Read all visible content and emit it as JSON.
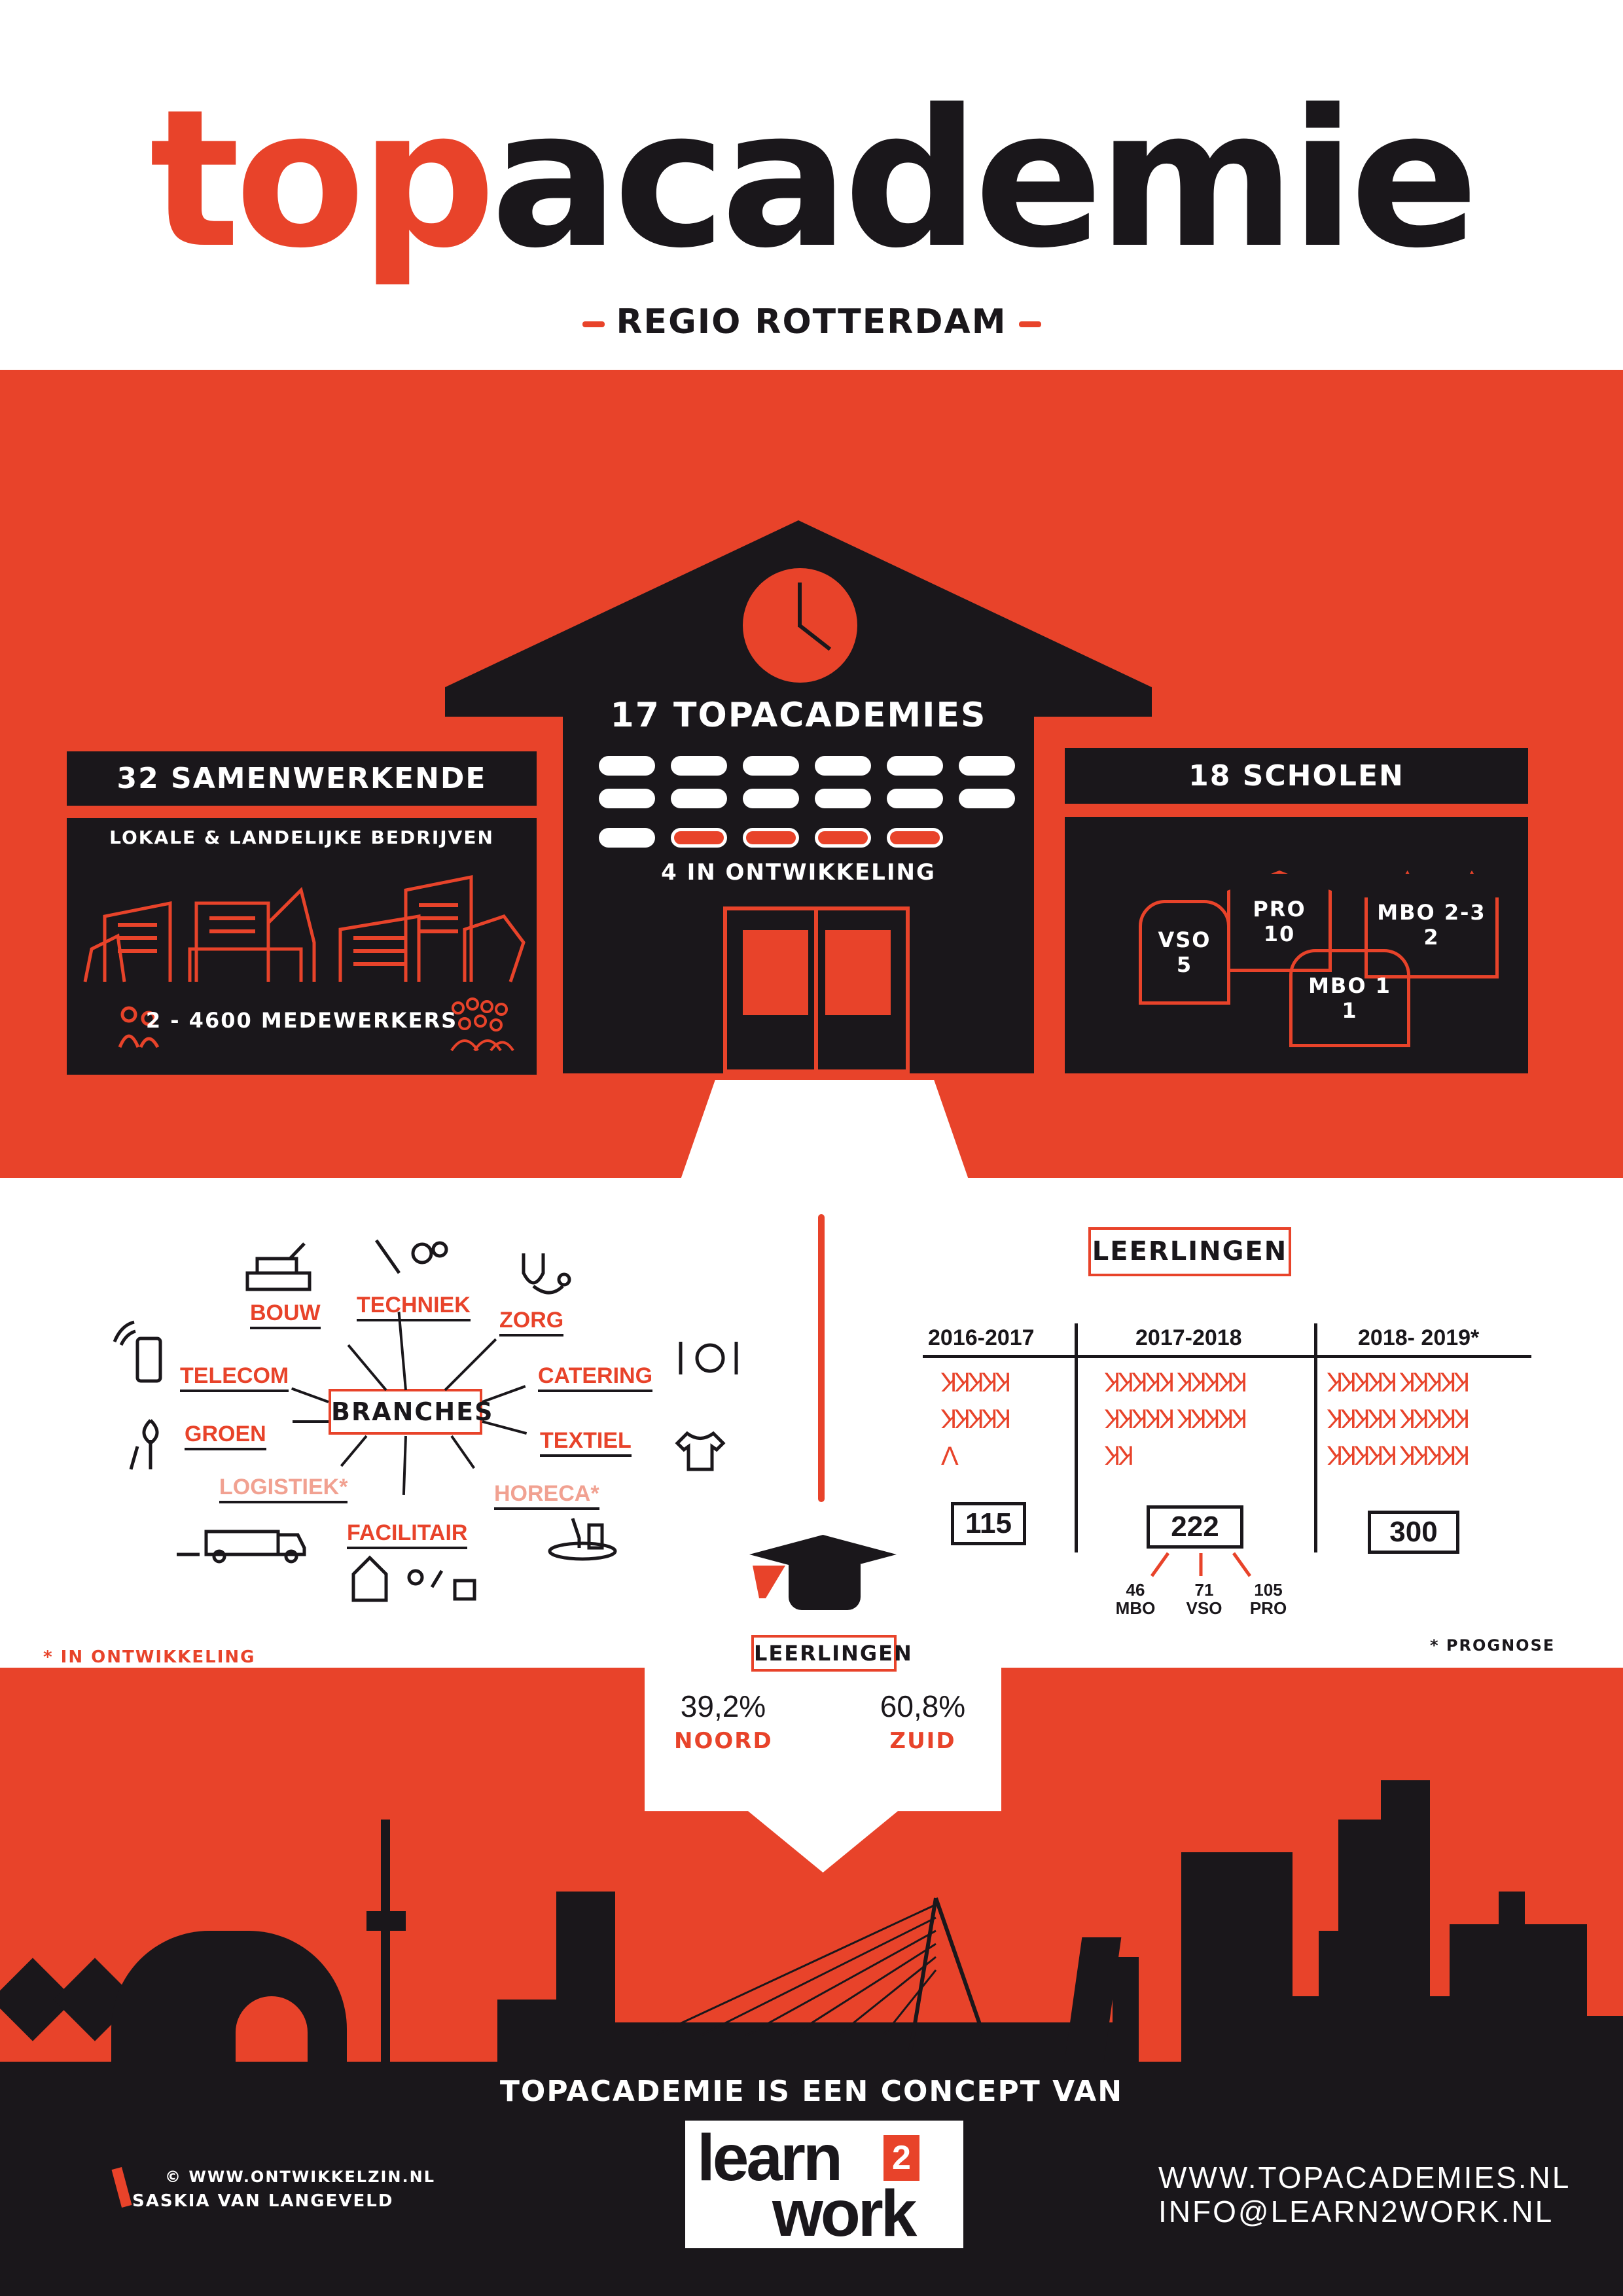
{
  "header": {
    "title_part1": "top",
    "title_part2": "academie",
    "subtitle": "REGIO ROTTERDAM"
  },
  "building": {
    "topacademies": "17 TOPACADEMIES",
    "in_development": "4 IN ONTWIKKELING"
  },
  "companies": {
    "title": "32 SAMENWERKENDE BEDRIJVEN",
    "subtitle": "LOKALE & LANDELIJKE BEDRIJVEN",
    "employees": "2 - 4600 MEDEWERKERS"
  },
  "schools": {
    "title": "18 SCHOLEN",
    "items": [
      {
        "name": "VSO",
        "count": "5"
      },
      {
        "name": "PRO",
        "count": "10"
      },
      {
        "name": "MBO 2-3",
        "count": "2"
      },
      {
        "name": "MBO 1",
        "count": "1"
      }
    ]
  },
  "branches": {
    "center": "BRANCHES",
    "items": [
      "BOUW",
      "TECHNIEK",
      "ZORG",
      "TELECOM",
      "CATERING",
      "GROEN",
      "TEXTIEL",
      "LOGISTIEK*",
      "HORECA*",
      "FACILITAIR"
    ],
    "note": "* IN ONTWIKKELING"
  },
  "pupils": {
    "title": "LEERLINGEN",
    "years": [
      "2016-2017",
      "2017-2018",
      "2018- 2019*"
    ],
    "totals": [
      "115",
      "222",
      "300"
    ],
    "breakdown": [
      {
        "count": "46",
        "label": "MBO"
      },
      {
        "count": "71",
        "label": "VSO"
      },
      {
        "count": "105",
        "label": "PRO"
      }
    ],
    "note": "* PROGNOSE"
  },
  "split": {
    "label": "LEERLINGEN",
    "north_pct": "39,2%",
    "north_label": "NOORD",
    "south_pct": "60,8%",
    "south_label": "ZUID"
  },
  "footer": {
    "concept": "TOPACADEMIE IS EEN CONCEPT VAN",
    "logo_learn": "learn",
    "logo_two": "2",
    "logo_work": "work",
    "credit_site": "© WWW.ONTWIKKELZIN.NL",
    "credit_name": "SASKIA VAN LANGEVELD",
    "website": "WWW.TOPACADEMIES.NL",
    "email": "INFO@LEARN2WORK.NL"
  },
  "colors": {
    "accent": "#e8432a",
    "dark": "#1a171b"
  }
}
